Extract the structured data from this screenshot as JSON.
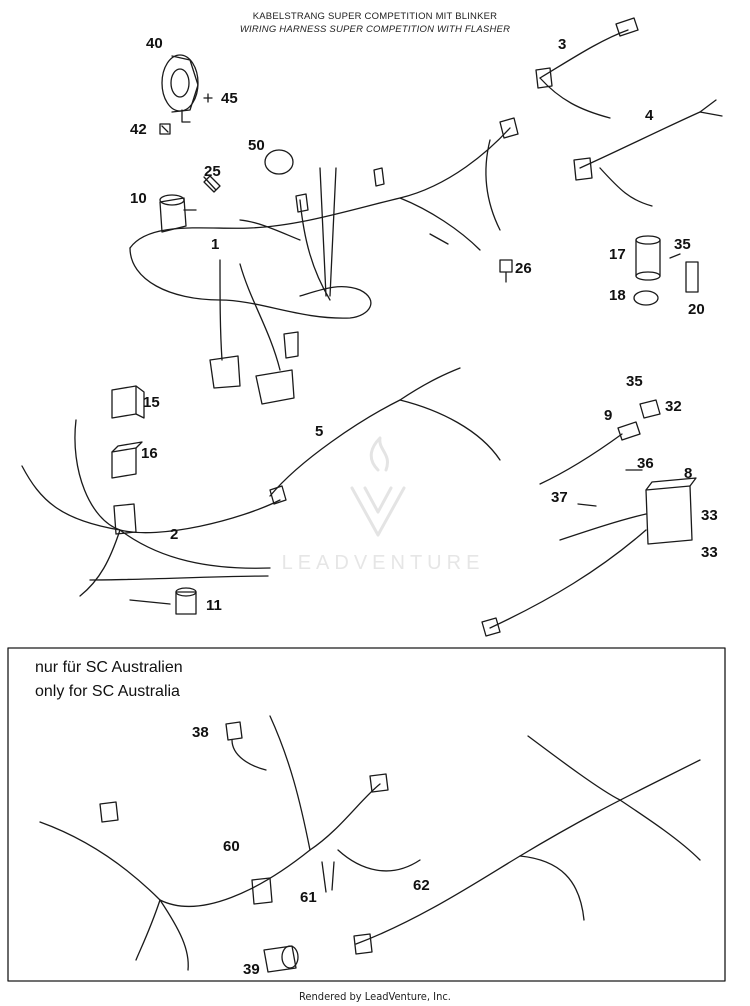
{
  "header": {
    "title_de": "KABELSTRANG SUPER COMPETITION MIT BLINKER",
    "title_en": "WIRING HARNESS SUPER COMPETITION WITH FLASHER"
  },
  "inset": {
    "note_de": "nur für SC Australien",
    "note_en": "only for SC Australia"
  },
  "watermark": {
    "text": "LEADVENTURE",
    "icon": "leadventure-flame-logo"
  },
  "footer": {
    "text": "Rendered by LeadVenture, Inc."
  },
  "callouts": {
    "c40": "40",
    "c45": "45",
    "c42": "42",
    "c50": "50",
    "c25": "25",
    "c10": "10",
    "c1": "1",
    "c26": "26",
    "c3": "3",
    "c4": "4",
    "c17": "17",
    "c35a": "35",
    "c18": "18",
    "c20": "20",
    "c15": "15",
    "c16": "16",
    "c5": "5",
    "c2": "2",
    "c11": "11",
    "c35b": "35",
    "c32": "32",
    "c9": "9",
    "c36": "36",
    "c8": "8",
    "c37": "37",
    "c33a": "33",
    "c33b": "33",
    "c38": "38",
    "c60": "60",
    "c61": "61",
    "c62": "62",
    "c39": "39"
  }
}
